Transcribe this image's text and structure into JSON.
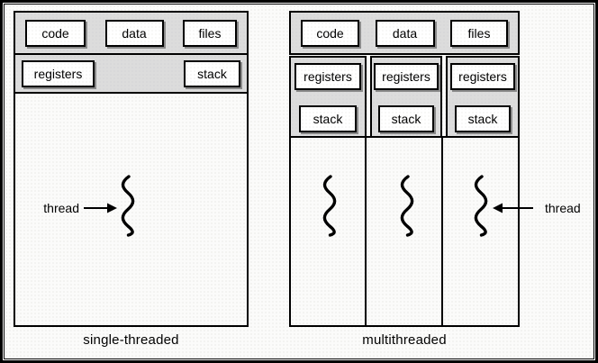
{
  "figure": {
    "left": {
      "caption": "single-threaded",
      "thread_label": "thread",
      "shared": [
        "code",
        "data",
        "files"
      ],
      "registers_label": "registers",
      "stack_label": "stack"
    },
    "right": {
      "caption": "multithreaded",
      "thread_label": "thread",
      "shared": [
        "code",
        "data",
        "files"
      ],
      "columns": [
        {
          "registers": "registers",
          "stack": "stack"
        },
        {
          "registers": "registers",
          "stack": "stack"
        },
        {
          "registers": "registers",
          "stack": "stack"
        }
      ]
    },
    "colors": {
      "border": "#000000",
      "band_gray": "#dcdcdc",
      "background": "#fbfbfa",
      "ink": "#000000"
    }
  }
}
